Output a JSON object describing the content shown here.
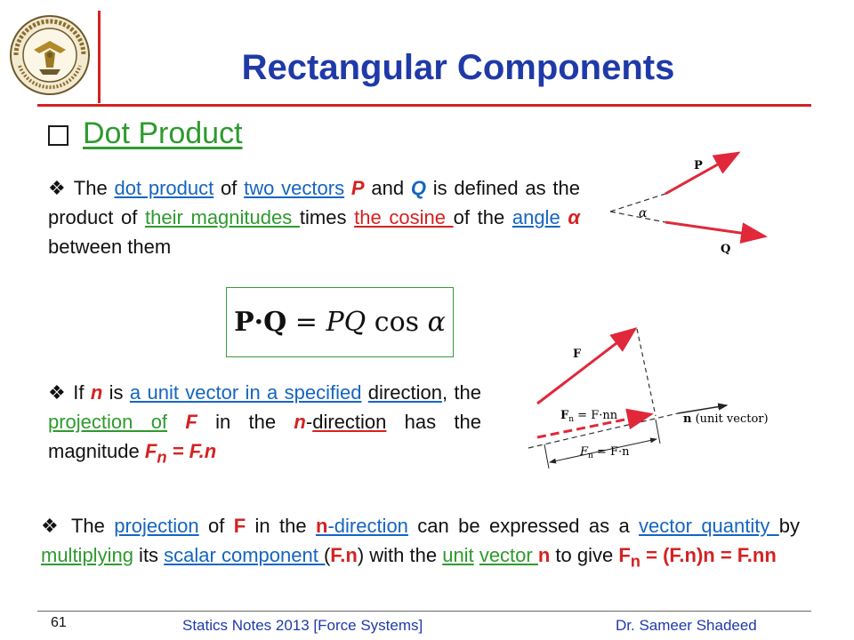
{
  "slide": {
    "title": "Rectangular Components",
    "heading": "Dot Product",
    "page_number": "61",
    "footer_center": "Statics Notes 2013 [Force Systems]",
    "footer_right": "Dr. Sameer Shadeed"
  },
  "para1": {
    "bullet": "❖",
    "t1": " The ",
    "dot_product": "dot product",
    "t2": " of ",
    "two_vectors": "two vectors",
    "t3": " ",
    "P": "P",
    "t4": " and ",
    "Q": "Q",
    "t5": " is defined as the product of ",
    "their_magnitudes": "their magnitudes ",
    "t6": "times ",
    "the_cosine": "the cosine ",
    "t7": "of the ",
    "angle": "angle",
    "t8": " ",
    "alpha": "α",
    "t9": " between them"
  },
  "formula": {
    "lhs": "P·Q",
    "eq": " = ",
    "rhs": "PQ",
    "cos": " cos ",
    "alpha": "α"
  },
  "para2": {
    "bullet": "❖",
    "t1": " If ",
    "n": "n",
    "t2": " is ",
    "unit_vector": "a unit vector in a specified",
    "t3": " ",
    "direction": "direction",
    "t4": ", the ",
    "projection_of": "projection of",
    "t5": " ",
    "F": "F",
    "t6": " in the ",
    "n_dir": "n",
    "dash": "-",
    "direction2": "direction",
    "t7": " has the magnitude ",
    "Fn_F": "F",
    "Fn_sub": "n",
    "Fn_rest": " = F.n"
  },
  "para3": {
    "bullet": "❖",
    "t1": " The ",
    "projection": "projection",
    "t2": " of ",
    "F": "F",
    "t3": " in the ",
    "n": "n",
    "direction": "-direction",
    "t4": " can be expressed as a ",
    "vector_quantity": "vector quantity ",
    "t5": "by ",
    "multiplying": "multiplying",
    "t6": " its ",
    "scalar_component": "scalar component ",
    "paren_open": "(",
    "Fn_dot": "F.n",
    "paren_close": ")",
    "t7": " with the ",
    "unit": "unit",
    "t8": " ",
    "vector": "vector ",
    "n2": "n",
    "t9": " to give ",
    "F2": "F",
    "sub": "n",
    "eq": " = (F.n)n = F.nn"
  },
  "figure1": {
    "P": "P",
    "Q": "Q",
    "alpha": "α"
  },
  "figure2": {
    "F": "F",
    "Fn_top_F": "F",
    "Fn_top_sub": "n",
    "Fn_top_eq": " = F·nn",
    "n_label": "n",
    "unit_label": " (unit vector)",
    "Fn_bot_F": "F",
    "Fn_bot_sub": "n",
    "Fn_bot_eq": " = F·n"
  },
  "colors": {
    "title_blue": "#1f3aa8",
    "accent_red": "#d42222",
    "green": "#2e9a2e",
    "link_blue": "#1565c0"
  },
  "icons": {
    "logo": "university-seal",
    "heading_bullet": "checkbox-square",
    "list_bullet": "diamond-four-petal"
  }
}
